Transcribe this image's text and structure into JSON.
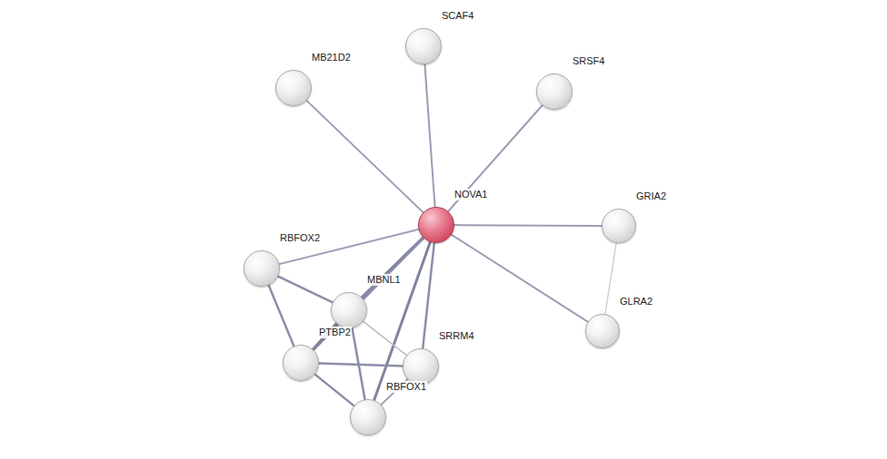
{
  "diagram": {
    "nodes": [
      {
        "text": [
          "SCAF4"
        ]
      },
      {
        "text": [
          "MB21D2"
        ]
      },
      {
        "text": [
          "SRSF4"
        ]
      },
      {
        "text": [
          "NOVA1"
        ]
      },
      {
        "text": [
          "GRIA2"
        ]
      },
      {
        "text": [
          "RBFOX2"
        ]
      },
      {
        "text": [
          "MBNL1"
        ]
      },
      {
        "text": [
          "GLRA2"
        ]
      },
      {
        "text": [
          "PTBP2"
        ]
      },
      {
        "text": [
          "SRRM4"
        ]
      },
      {
        "text": [
          "RBFOX1"
        ]
      }
    ],
    "edges": [
      {
        "from": 3,
        "to": 0,
        "arrow": "none"
      },
      {
        "from": 3,
        "to": 1,
        "arrow": "none"
      },
      {
        "from": 3,
        "to": 2,
        "arrow": "none"
      },
      {
        "from": 3,
        "to": 4,
        "arrow": "none"
      },
      {
        "from": 3,
        "to": 7,
        "arrow": "none"
      },
      {
        "from": 3,
        "to": 5,
        "arrow": "none"
      },
      {
        "from": 3,
        "to": 6,
        "arrow": "none"
      },
      {
        "from": 3,
        "to": 8,
        "arrow": "none"
      },
      {
        "from": 3,
        "to": 9,
        "arrow": "none"
      },
      {
        "from": 3,
        "to": 10,
        "arrow": "none"
      },
      {
        "from": 4,
        "to": 7,
        "arrow": "none"
      },
      {
        "from": 5,
        "to": 6,
        "arrow": "none"
      },
      {
        "from": 5,
        "to": 8,
        "arrow": "none"
      },
      {
        "from": 6,
        "to": 8,
        "arrow": "none"
      },
      {
        "from": 6,
        "to": 9,
        "arrow": "none"
      },
      {
        "from": 6,
        "to": 10,
        "arrow": "none"
      },
      {
        "from": 8,
        "to": 9,
        "arrow": "none"
      },
      {
        "from": 8,
        "to": 10,
        "arrow": "none"
      },
      {
        "from": 9,
        "to": 10,
        "arrow": "none"
      }
    ]
  }
}
